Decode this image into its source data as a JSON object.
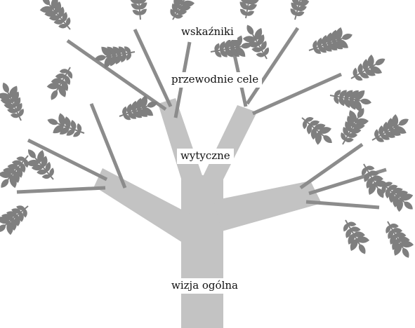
{
  "diagram": {
    "labels": {
      "indicators": "wskaźniki",
      "main_goals": "przewodnie cele",
      "guidelines": "wytyczne",
      "vision": "wizja ogólna"
    },
    "colors": {
      "trunk": "#c3c3c3",
      "branch": "#8c8c8c",
      "leaf": "#7f7f7f",
      "background": "#ffffff",
      "label_bg": "#ffffff",
      "text": "#111111"
    }
  }
}
